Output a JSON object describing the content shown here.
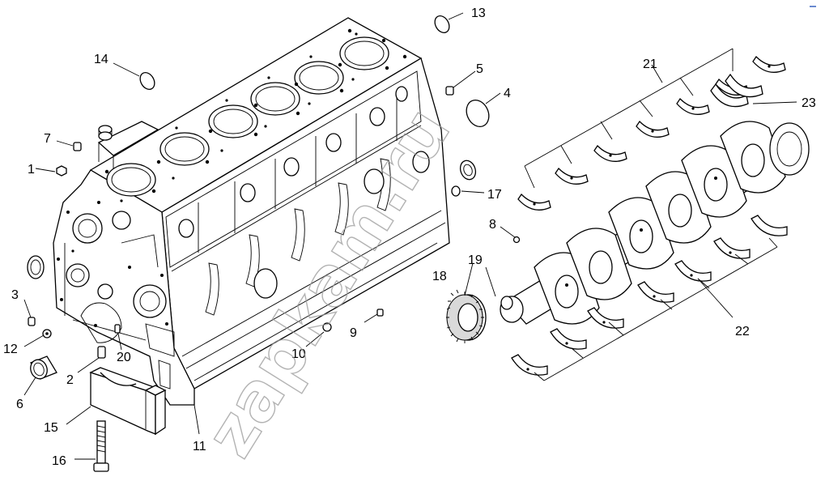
{
  "watermark": "zapkam.ru",
  "colors": {
    "line": "#000000",
    "watermark": "#9a9a9a",
    "background": "#ffffff"
  },
  "callouts": [
    {
      "id": "1",
      "label": "1"
    },
    {
      "id": "2",
      "label": "2"
    },
    {
      "id": "3",
      "label": "3"
    },
    {
      "id": "4",
      "label": "4"
    },
    {
      "id": "5",
      "label": "5"
    },
    {
      "id": "6",
      "label": "6"
    },
    {
      "id": "7",
      "label": "7"
    },
    {
      "id": "8",
      "label": "8"
    },
    {
      "id": "9",
      "label": "9"
    },
    {
      "id": "10",
      "label": "10"
    },
    {
      "id": "11",
      "label": "11"
    },
    {
      "id": "12",
      "label": "12"
    },
    {
      "id": "13",
      "label": "13"
    },
    {
      "id": "14",
      "label": "14"
    },
    {
      "id": "15",
      "label": "15"
    },
    {
      "id": "16",
      "label": "16"
    },
    {
      "id": "17",
      "label": "17"
    },
    {
      "id": "18",
      "label": "18"
    },
    {
      "id": "19",
      "label": "19"
    },
    {
      "id": "20",
      "label": "20"
    },
    {
      "id": "21",
      "label": "21"
    },
    {
      "id": "22",
      "label": "22"
    },
    {
      "id": "23",
      "label": "23"
    }
  ],
  "parts_icons": [
    "cylinder-block-icon",
    "crankshaft-icon",
    "bearing-shell-icon",
    "gear-icon",
    "bolt-icon",
    "seal-ring-icon",
    "main-bearing-cap-icon"
  ]
}
